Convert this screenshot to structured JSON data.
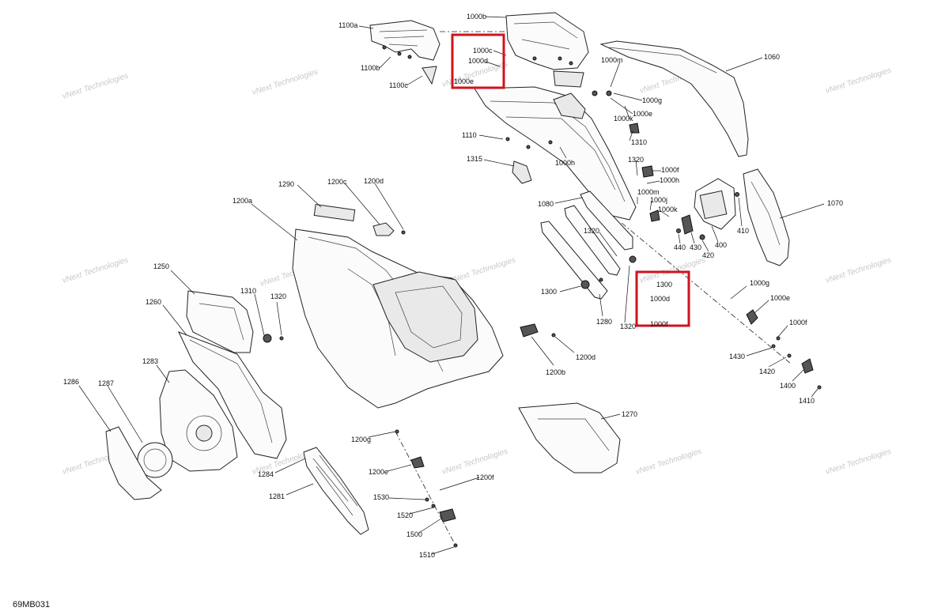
{
  "diagram": {
    "code": "69MB031",
    "watermark": "vNext Technologies",
    "highlight_labels": [
      "1000c",
      "1000d",
      "1000e",
      "1300",
      "1000d",
      "1000f"
    ],
    "callouts": [
      {
        "id": "1100a"
      },
      {
        "id": "1100b"
      },
      {
        "id": "1100c"
      },
      {
        "id": "1000b"
      },
      {
        "id": "1000c"
      },
      {
        "id": "1000d"
      },
      {
        "id": "1000e"
      },
      {
        "id": "1000m"
      },
      {
        "id": "1000g"
      },
      {
        "id": "1000k"
      },
      {
        "id": "1000e"
      },
      {
        "id": "1060"
      },
      {
        "id": "1110"
      },
      {
        "id": "1310"
      },
      {
        "id": "1000h"
      },
      {
        "id": "1315"
      },
      {
        "id": "1320"
      },
      {
        "id": "1000f"
      },
      {
        "id": "1000h"
      },
      {
        "id": "1000m"
      },
      {
        "id": "1000j"
      },
      {
        "id": "1000k"
      },
      {
        "id": "1070"
      },
      {
        "id": "1080"
      },
      {
        "id": "410"
      },
      {
        "id": "400"
      },
      {
        "id": "440"
      },
      {
        "id": "430"
      },
      {
        "id": "420"
      },
      {
        "id": "1290"
      },
      {
        "id": "1200c"
      },
      {
        "id": "1200d"
      },
      {
        "id": "1200a"
      },
      {
        "id": "1320"
      },
      {
        "id": "1300"
      },
      {
        "id": "1280"
      },
      {
        "id": "1320"
      },
      {
        "id": "1250"
      },
      {
        "id": "1310"
      },
      {
        "id": "1320"
      },
      {
        "id": "1260"
      },
      {
        "id": "1283"
      },
      {
        "id": "1286"
      },
      {
        "id": "1287"
      },
      {
        "id": "1000g"
      },
      {
        "id": "1000e"
      },
      {
        "id": "1000f"
      },
      {
        "id": "1430"
      },
      {
        "id": "1420"
      },
      {
        "id": "1400"
      },
      {
        "id": "1410"
      },
      {
        "id": "1200d"
      },
      {
        "id": "1200b"
      },
      {
        "id": "1270"
      },
      {
        "id": "1200g"
      },
      {
        "id": "1200e"
      },
      {
        "id": "1200f"
      },
      {
        "id": "1284"
      },
      {
        "id": "1281"
      },
      {
        "id": "1530"
      },
      {
        "id": "1520"
      },
      {
        "id": "1500"
      },
      {
        "id": "1510"
      }
    ]
  }
}
